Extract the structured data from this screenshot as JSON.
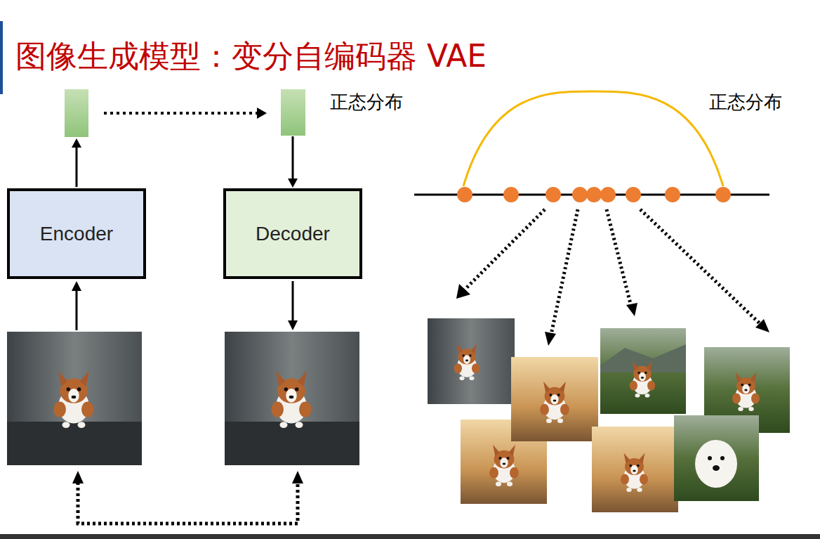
{
  "diagram": {
    "title": "图像生成模型：变分自编码器 VAE",
    "nodes": [
      {
        "text": [
          "Encoder"
        ]
      },
      {
        "text": [
          "Decoder"
        ]
      }
    ],
    "labels": [
      "正态分布",
      "正态分布"
    ]
  }
}
